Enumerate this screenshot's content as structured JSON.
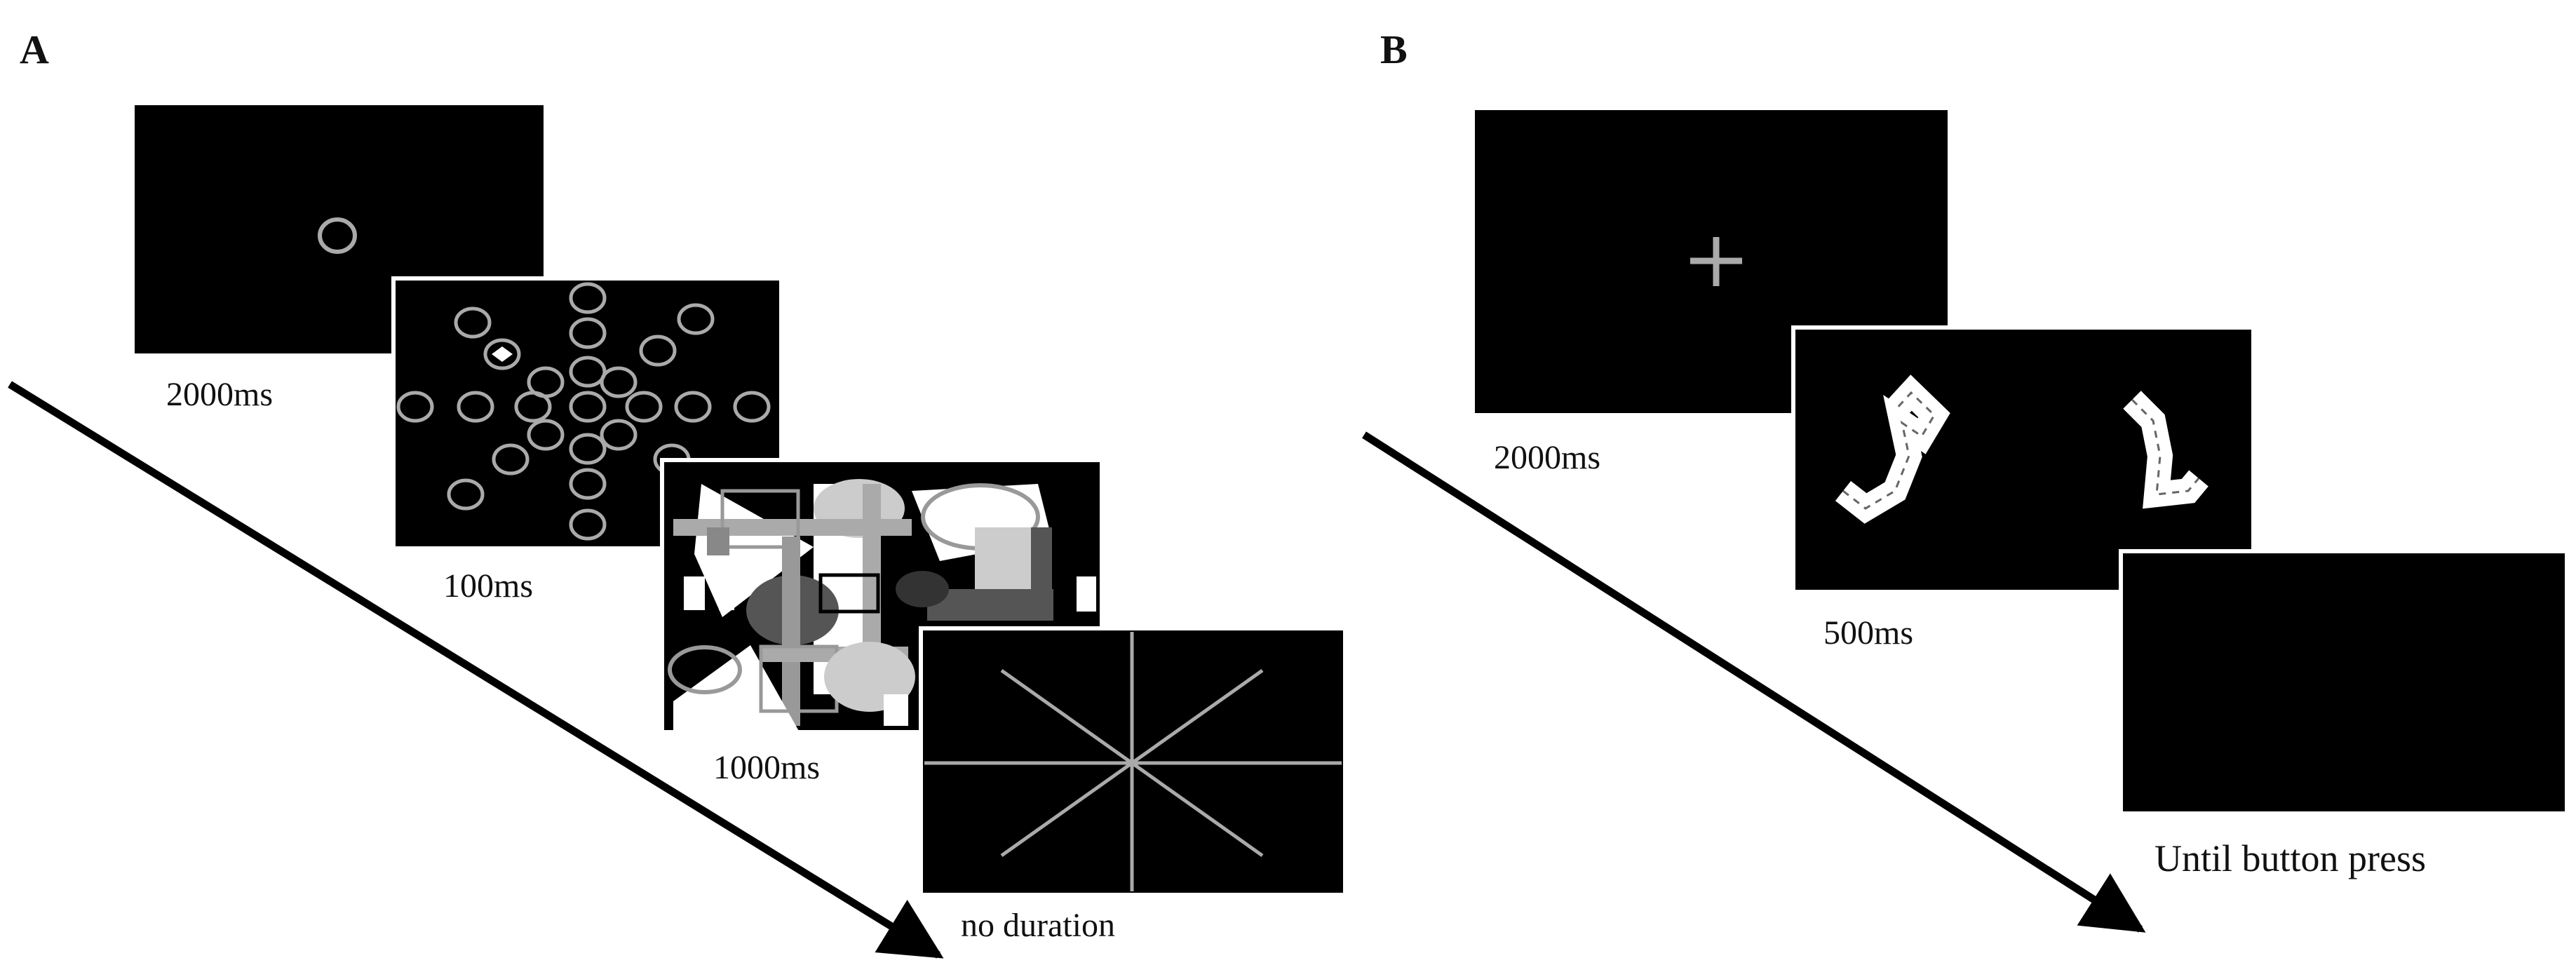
{
  "panels": [
    {
      "letter": "A",
      "durations": [
        "2000ms",
        "100ms",
        "1000ms",
        "no duration"
      ]
    },
    {
      "letter": "B",
      "durations": [
        "2000ms",
        "500ms",
        "Until button press"
      ]
    }
  ],
  "colors": {
    "background": "#ffffff",
    "screen": "#000000",
    "stimulus_gray": "#aaaaaa",
    "text": "#111111"
  }
}
